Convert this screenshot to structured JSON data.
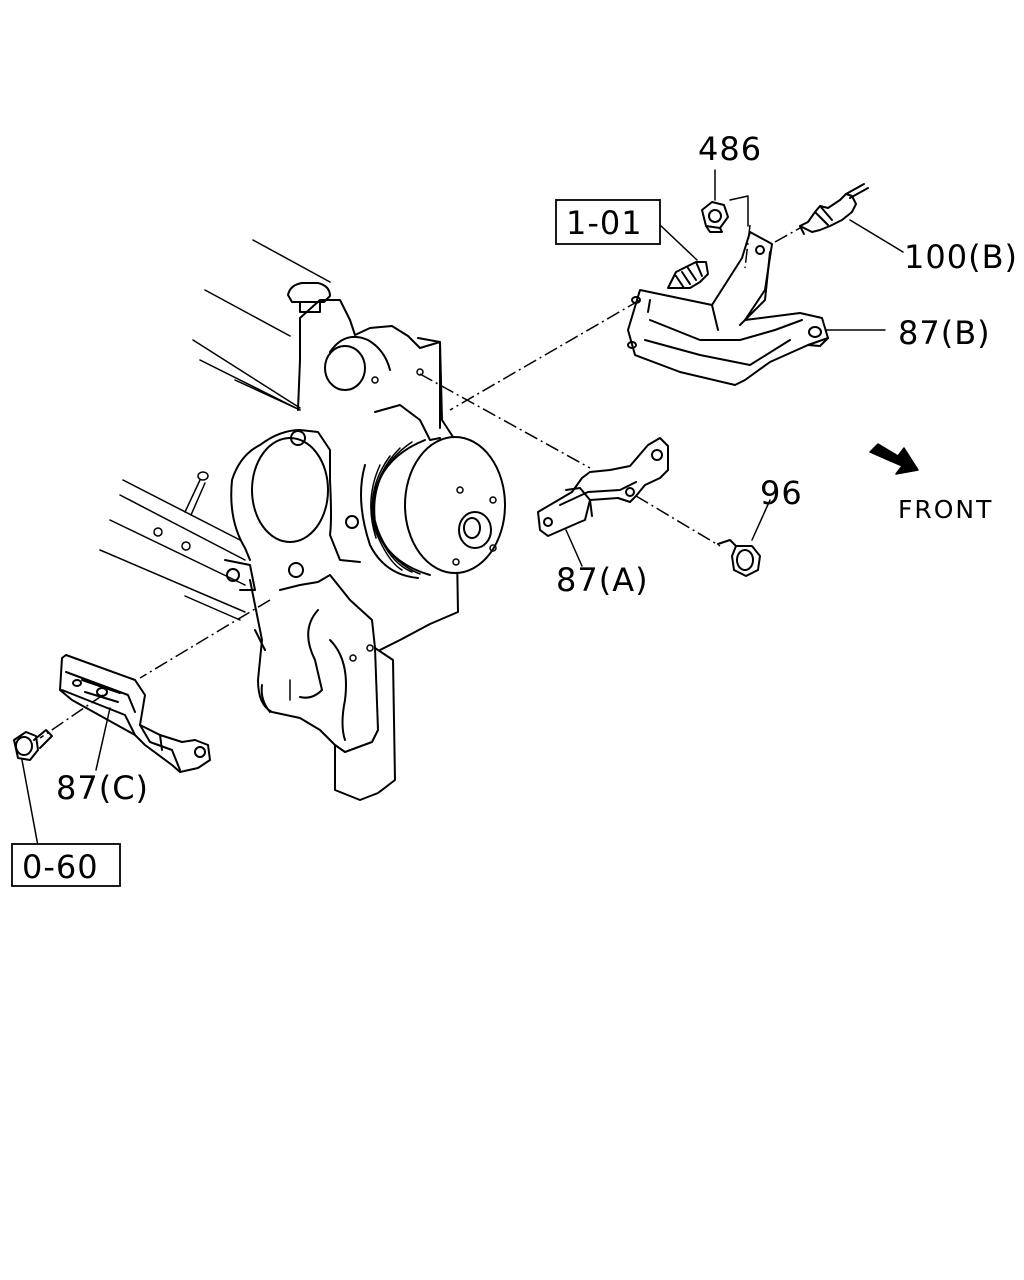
{
  "callouts": {
    "p486": "486",
    "ref_1_01": "1-01",
    "p100b": "100(B)",
    "p87b": "87(B)",
    "p96": "96",
    "p87a": "87(A)",
    "p87c": "87(C)",
    "ref_0_60": "0-60"
  },
  "direction": {
    "front_label": "FRONT",
    "arrow_icon": "front-arrow-icon"
  }
}
